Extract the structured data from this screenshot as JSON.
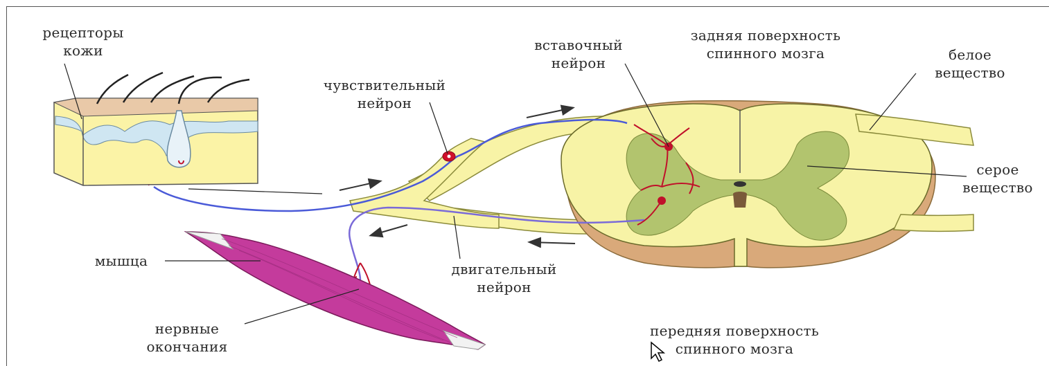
{
  "labels": {
    "skin_receptors": [
      "рецепторы",
      "кожи"
    ],
    "sensory_neuron": [
      "чувствительный",
      "нейрон"
    ],
    "interneuron": [
      "вставочный",
      "нейрон"
    ],
    "dorsal_surface": [
      "задняя поверхность",
      "спинного мозга"
    ],
    "white_matter": [
      "белое",
      "вещество"
    ],
    "grey_matter": [
      "серое",
      "вещество"
    ],
    "muscle": "мышца",
    "motor_neuron": [
      "двигательный",
      "нейрон"
    ],
    "nerve_endings": [
      "нервные",
      "окончания"
    ],
    "ventral_surface": [
      "передняя поверхность",
      "спинного мозга"
    ]
  },
  "colors": {
    "white_matter": "#f6f3a8",
    "grey_matter": "#b2c46e",
    "pia": "#d9a97a",
    "neuron_red": "#c0102a",
    "sensory_axon": "#4a5ad8",
    "motor_axon": "#8a7ad8",
    "skin_yellow": "#fbf3a6",
    "epidermis": "#cfe6f2",
    "muscle": "#c43b9c"
  },
  "icons": [
    "arrow-icon",
    "cursor-icon"
  ]
}
